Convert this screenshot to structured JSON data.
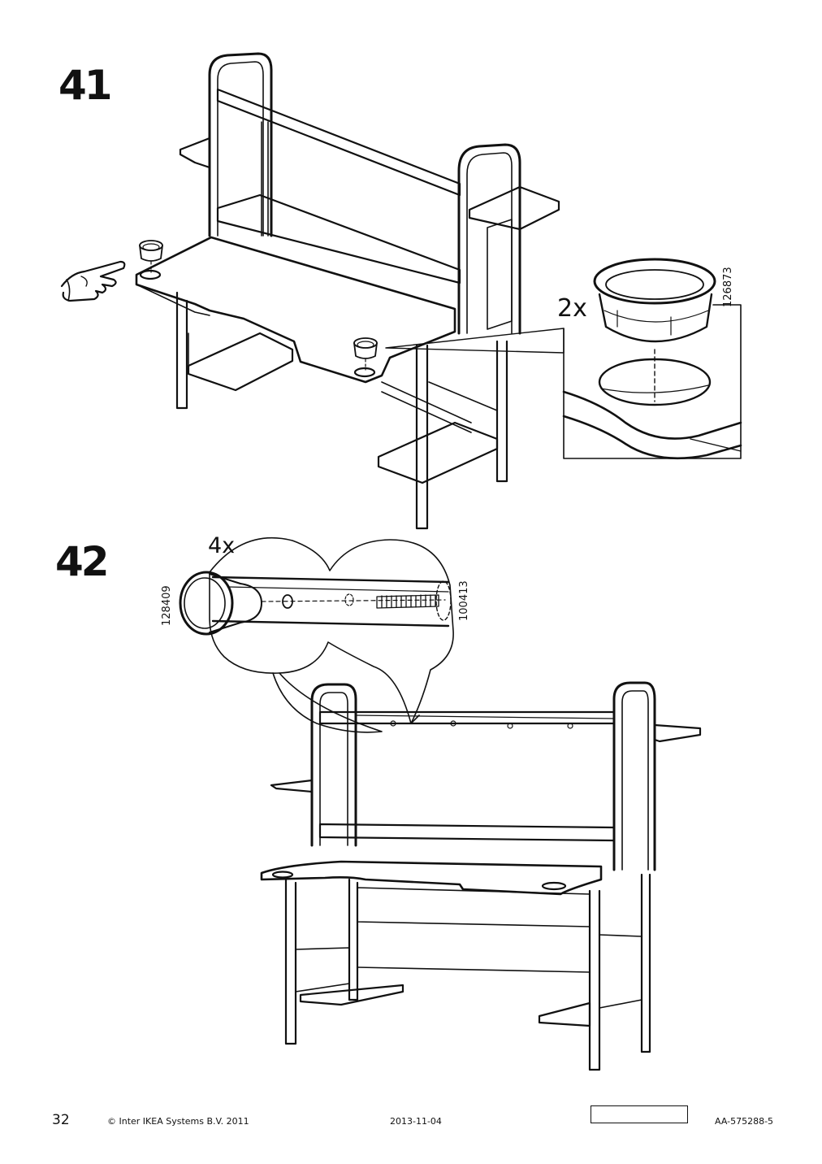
{
  "steps": [
    {
      "number": "41",
      "detail": {
        "quantity": "2x",
        "part_number": "126873"
      }
    },
    {
      "number": "42",
      "detail": {
        "quantity": "4x",
        "part_number_knob": "128409",
        "part_number_screw": "100413"
      }
    }
  ],
  "footer": {
    "page_number": "32",
    "copyright": "© Inter IKEA Systems B.V. 2011",
    "date": "2013-11-04",
    "doc_code": "AA-575288-5"
  }
}
